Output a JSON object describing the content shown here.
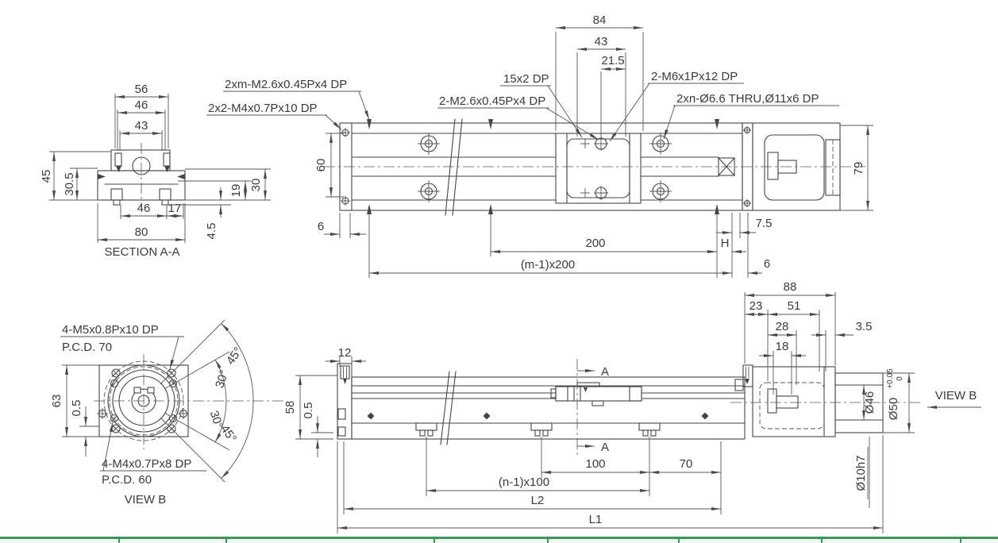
{
  "sa": {
    "title": "SECTION A-A",
    "d56": "56",
    "d46t": "46",
    "d43": "43",
    "d45": "45",
    "d305": "30.5",
    "d46b": "46",
    "d17": "17",
    "d80": "80",
    "d19": "19",
    "d30": "30",
    "d45b": "4.5"
  },
  "tv": {
    "c2xm": "2xm-M2.6x0.45Px4 DP",
    "c2x2": "2x2-M4x0.7Px10 DP",
    "c15": "15x2 DP",
    "c2m26": "2-M2.6x0.45Px4 DP",
    "c2m6": "2-M6x1Px12 DP",
    "c2xn": "2xn-Ø6.6 THRU,Ø11x6 DP",
    "d84": "84",
    "d43": "43",
    "d215": "21.5",
    "d60": "60",
    "d79": "79",
    "d6l": "6",
    "d200": "200",
    "dH": "H",
    "d75": "7.5",
    "dm1": "(m-1)x200",
    "d6r": "6"
  },
  "vb": {
    "title": "VIEW B",
    "cm5": "4-M5x0.8Px10 DP",
    "pcd70": "P.C.D. 70",
    "cm4": "4-M4x0.7Px8 DP",
    "pcd60": "P.C.D. 60",
    "d63": "63",
    "d05": "0.5",
    "a45t": "45°",
    "a30t": "30°",
    "a30b": "30°",
    "a45b": "45°"
  },
  "sv": {
    "d12": "12",
    "d58": "58",
    "d05": "0.5",
    "d88": "88",
    "d23": "23",
    "d51": "51",
    "d28": "28",
    "d35": "3.5",
    "d18": "18",
    "d46": "Ø46",
    "d50": "Ø50",
    "tolp": "+0.05",
    "tolz": "0",
    "d10": "Ø10h7",
    "viewb": "VIEW B",
    "sa1": "A",
    "sa2": "A",
    "d100": "100",
    "d70": "70",
    "dn1": "(n-1)x100",
    "dl2": "L2",
    "dl1": "L1"
  },
  "colors": {
    "line": "#454545",
    "text": "#3a3a3a",
    "green": "#37965a"
  }
}
